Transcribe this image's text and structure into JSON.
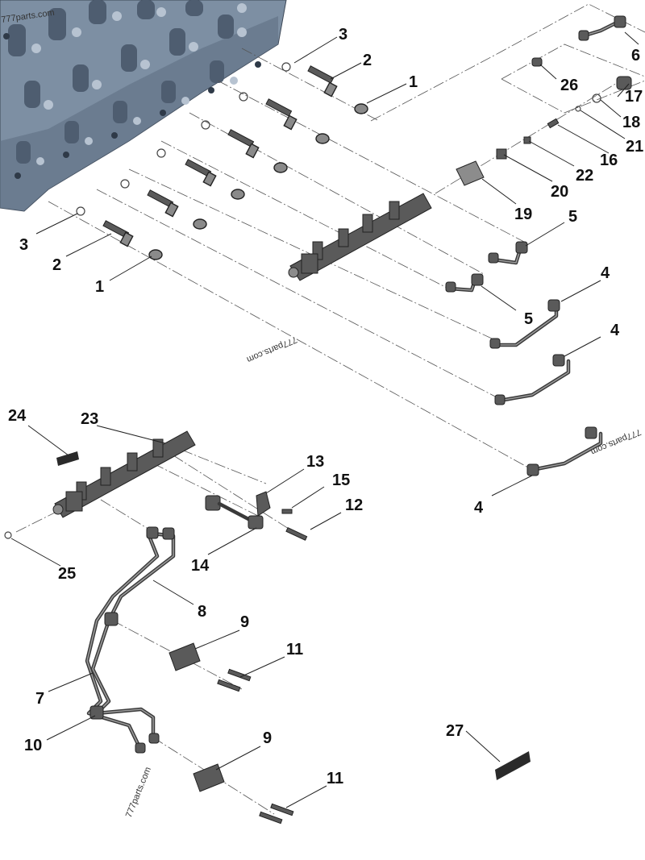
{
  "watermarks": [
    {
      "id": "wm-top-left",
      "text": "777parts.com"
    },
    {
      "id": "wm-mid",
      "text": "777parts.com"
    },
    {
      "id": "wm-right",
      "text": "777parts.com"
    },
    {
      "id": "wm-bottom",
      "text": "777parts.com"
    }
  ],
  "callouts": {
    "c3a": "3",
    "c2a": "2",
    "c1a": "1",
    "c6": "6",
    "c26": "26",
    "c17": "17",
    "c18": "18",
    "c21": "21",
    "c16": "16",
    "c22": "22",
    "c20": "20",
    "c19": "19",
    "c5a": "5",
    "c3b": "3",
    "c2b": "2",
    "c1b": "1",
    "c4a": "4",
    "c5b": "5",
    "c4b": "4",
    "c4c": "4",
    "c24": "24",
    "c23": "23",
    "c13": "13",
    "c15": "15",
    "c12": "12",
    "c14": "14",
    "c25": "25",
    "c8": "8",
    "c9a": "9",
    "c11a": "11",
    "c7": "7",
    "c10": "10",
    "c27": "27",
    "c9b": "9",
    "c11b": "11"
  },
  "colors": {
    "engine_block": "#7d8fa3",
    "engine_shadow": "#4e5d70",
    "part_dark": "#5a5a5a",
    "line": "#222222"
  }
}
